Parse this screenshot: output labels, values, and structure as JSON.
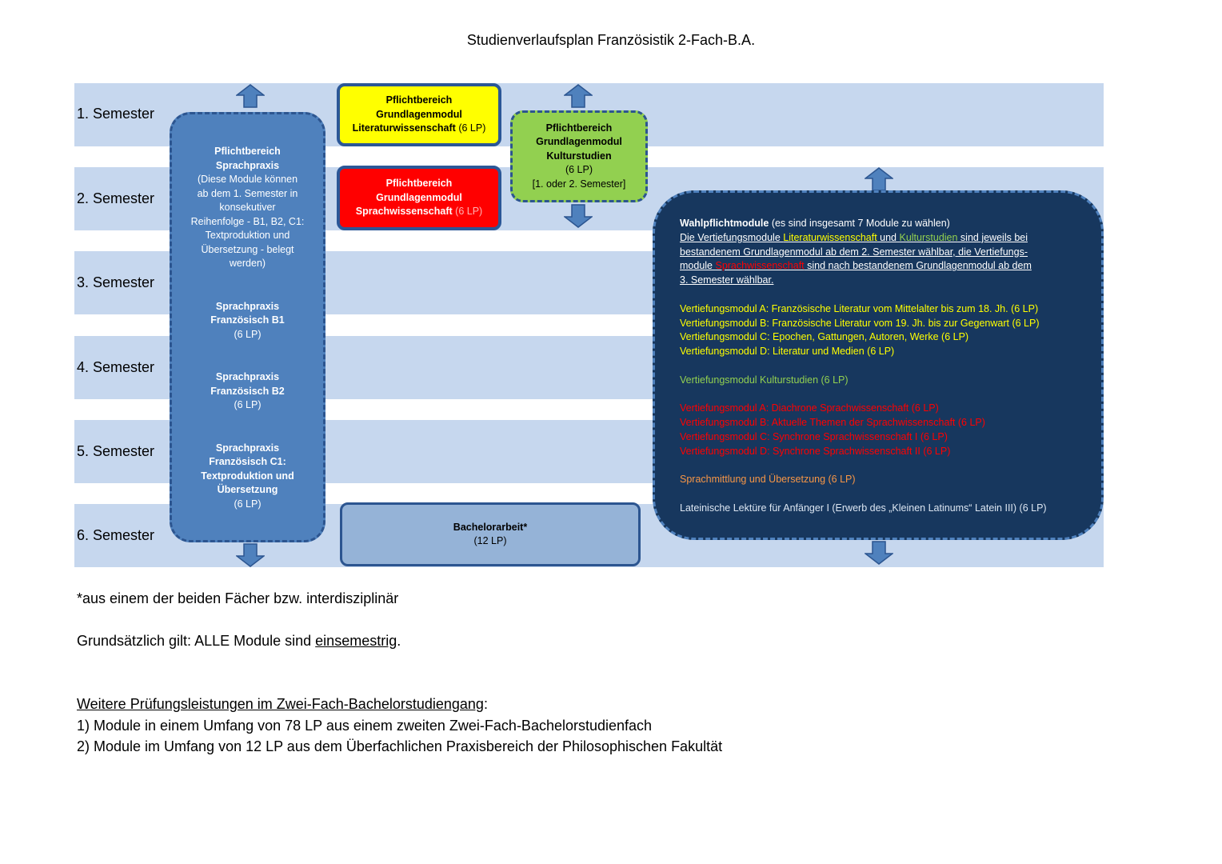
{
  "title": "Studienverlaufsplan Französistik 2-Fach-B.A.",
  "semesters": [
    "1. Semester",
    "2. Semester",
    "3. Semester",
    "4. Semester",
    "5. Semester",
    "6. Semester"
  ],
  "sprachpraxis": {
    "header1": "Pflichtbereich",
    "header2": "Sprachpraxis",
    "note": [
      "(Diese Module können",
      "ab dem 1. Semester in",
      "konsekutiver",
      "Reihenfolge - B1, B2, C1:",
      "Textproduktion und",
      "Übersetzung - belegt",
      "werden)"
    ],
    "b1": [
      "Sprachpraxis",
      "Französisch B1",
      "(6 LP)"
    ],
    "b2": [
      "Sprachpraxis",
      "Französisch B2",
      "(6 LP)"
    ],
    "c1": [
      "Sprachpraxis",
      "Französisch C1:",
      "Textproduktion und",
      "Übersetzung",
      "(6 LP)"
    ]
  },
  "literatur": {
    "l1": "Pflichtbereich",
    "l2": "Grundlagenmodul",
    "l3": "Literaturwissenschaft",
    "lp": "(6 LP)"
  },
  "sprachwiss": {
    "l1": "Pflichtbereich",
    "l2": "Grundlagenmodul",
    "l3": "Sprachwissenschaft",
    "lp": "(6 LP)"
  },
  "kultur": {
    "l1": "Pflichtbereich",
    "l2": "Grundlagenmodul",
    "l3": "Kulturstudien",
    "lp": "(6 LP)",
    "note": "[1. oder 2. Semester]"
  },
  "bachelorarbeit": {
    "title": "Bachelorarbeit*",
    "lp": "(12 LP)"
  },
  "wahlpflicht": {
    "heading": "Wahlpflichtmodule",
    "heading_note": " (es sind insgesamt 7 Module zu wählen)",
    "intro1a": "Die Vertiefungsmodule ",
    "intro1b": "Literaturwissenschaft",
    "intro1c": " und ",
    "intro1d": "Kulturstudien",
    "intro1e": " sind jeweils bei",
    "intro2": "bestandenem Grundlagenmodul ab dem 2. Semester wählbar, die Vertiefungs-",
    "intro3a": "module ",
    "intro3b": "Sprachwissenschaft",
    "intro3c": " sind nach bestandenem Grundlagenmodul ab dem",
    "intro4": "3. Semester wählbar.",
    "lit": [
      "Vertiefungsmodul A: Französische Literatur vom Mittelalter bis zum 18. Jh. (6 LP)",
      "Vertiefungsmodul B: Französische Literatur vom 19. Jh. bis zur Gegenwart (6 LP)",
      "Vertiefungsmodul C: Epochen, Gattungen, Autoren, Werke (6 LP)",
      "Vertiefungsmodul D: Literatur und Medien (6 LP)"
    ],
    "kult": "Vertiefungsmodul Kulturstudien (6 LP)",
    "spw": [
      "Vertiefungsmodul A: Diachrone Sprachwissenschaft (6 LP)",
      "Vertiefungsmodul B: Aktuelle Themen der Sprachwissenschaft (6 LP)",
      "Vertiefungsmodul C: Synchrone Sprachwissenschaft I (6 LP)",
      "Vertiefungsmodul D: Synchrone Sprachwissenschaft II (6 LP)"
    ],
    "uebersetzung": "Sprachmittlung und Übersetzung (6 LP)",
    "latein": "Lateinische Lektüre für Anfänger I (Erwerb des „Kleinen Latinums“ Latein III) (6 LP)"
  },
  "footer": {
    "note": "*aus einem der beiden Fächer bzw. interdisziplinär",
    "grund_a": "Grundsätzlich gilt: ALLE Module sind ",
    "grund_b": "einsemestrig",
    "grund_c": ".",
    "weitere": "Weitere Prüfungsleistungen im Zwei-Fach-Bachelorstudiengang",
    "weitere_colon": ":",
    "item1": "1) Module in einem Umfang von 78 LP aus einem zweiten Zwei-Fach-Bachelorstudienfach",
    "item2": "2) Module im Umfang von 12 LP aus dem Überfachlichen Praxisbereich der Philosophischen Fakultät"
  },
  "colors": {
    "band": "#c6d7ee",
    "sprachpraxis": "#4f81bd",
    "literatur": "#ffff00",
    "sprachwiss": "#ff0000",
    "kultur": "#92d050",
    "bachelorarbeit": "#95b3d7",
    "wahlpflicht": "#17375e"
  }
}
